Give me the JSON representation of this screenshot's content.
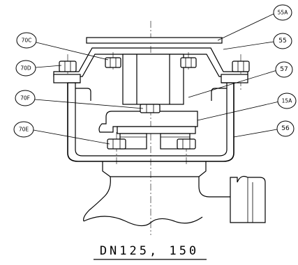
{
  "caption": "DN125, 150",
  "callouts": {
    "c55a": "55A",
    "c55": "55",
    "c57": "57",
    "c15a": "15A",
    "c56": "56",
    "c70c": "70C",
    "c70d": "70D",
    "c70f": "70F",
    "c70e": "70E"
  }
}
